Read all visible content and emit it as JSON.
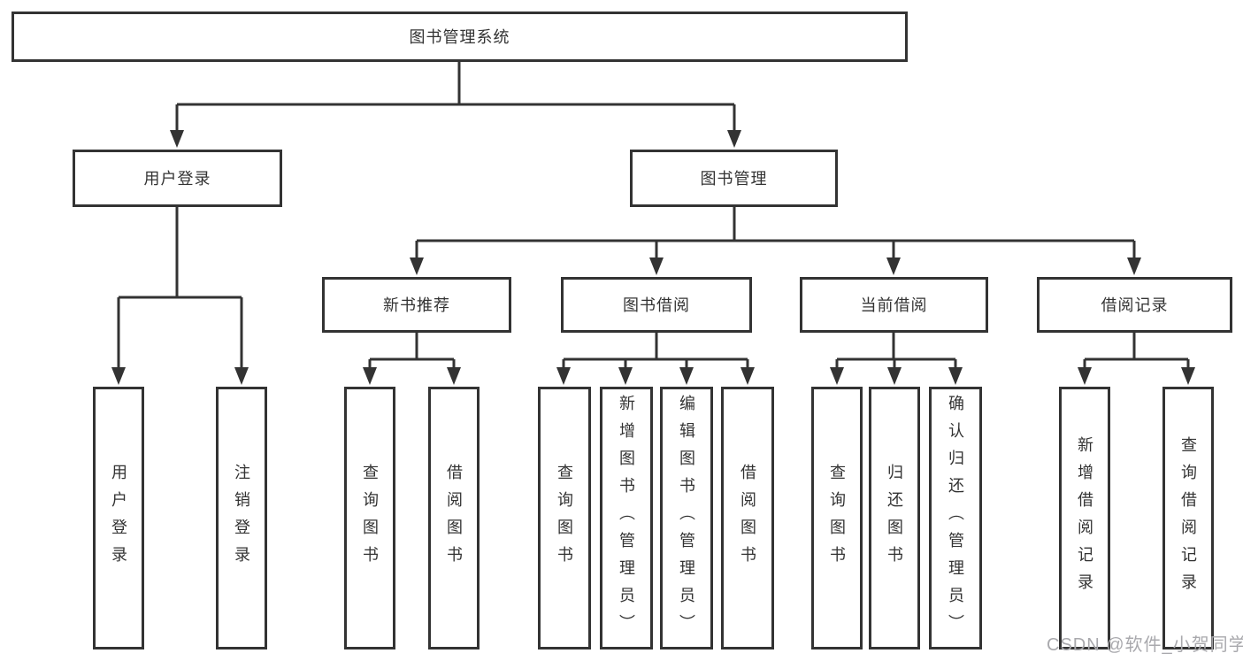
{
  "diagram": {
    "title": "图书管理系统",
    "tree": {
      "label": "图书管理系统",
      "children": [
        {
          "label": "用户登录",
          "children": [
            {
              "label": "用户登录"
            },
            {
              "label": "注销登录"
            }
          ]
        },
        {
          "label": "图书管理",
          "children": [
            {
              "label": "新书推荐",
              "children": [
                {
                  "label": "查询图书"
                },
                {
                  "label": "借阅图书"
                }
              ]
            },
            {
              "label": "图书借阅",
              "children": [
                {
                  "label": "查询图书"
                },
                {
                  "label": "新增图书（管理员）"
                },
                {
                  "label": "编辑图书（管理员）"
                },
                {
                  "label": "借阅图书"
                }
              ]
            },
            {
              "label": "当前借阅",
              "children": [
                {
                  "label": "查询图书"
                },
                {
                  "label": "归还图书"
                },
                {
                  "label": "确认归还（管理员）"
                }
              ]
            },
            {
              "label": "借阅记录",
              "children": [
                {
                  "label": "新增借阅记录"
                },
                {
                  "label": "查询借阅记录"
                }
              ]
            }
          ]
        }
      ]
    },
    "colors": {
      "line": "#333333",
      "box_border": "#333333",
      "text": "#333333",
      "background": "#ffffff",
      "watermark": "#a9a9ad"
    }
  },
  "watermark": {
    "text": "CSDN @软件_小贺同学"
  }
}
